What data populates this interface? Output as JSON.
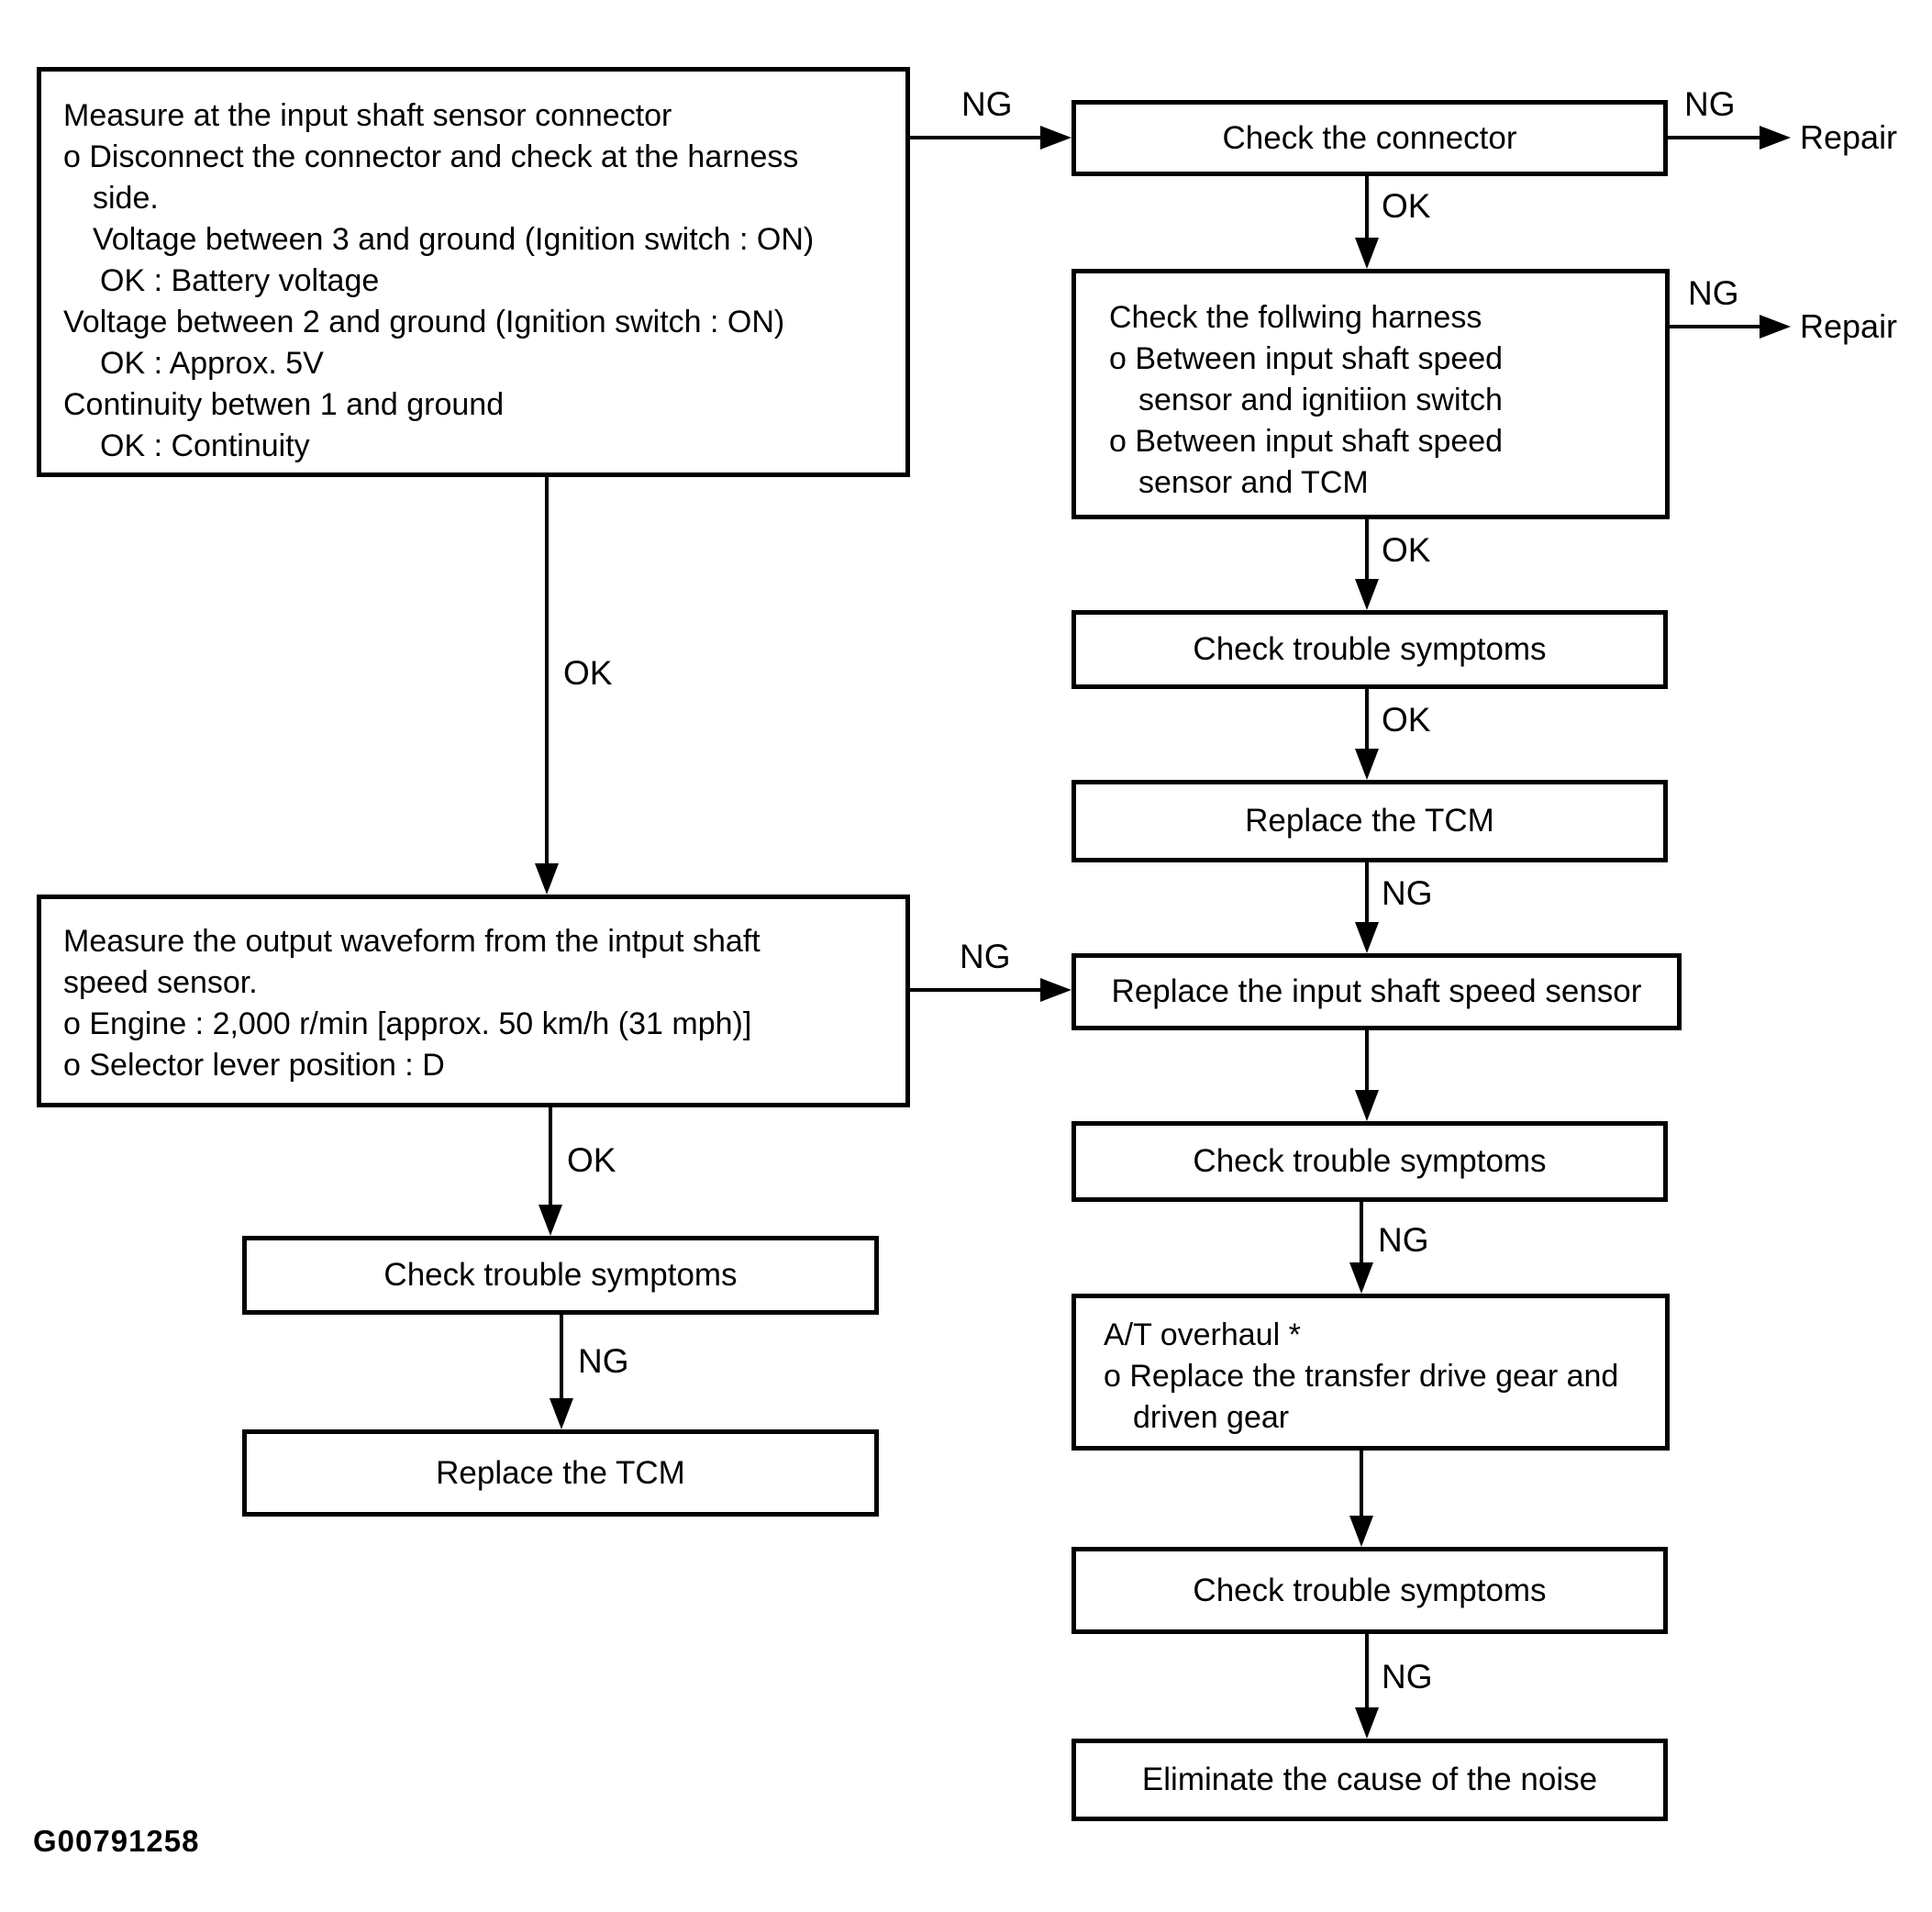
{
  "colors": {
    "ink": "#000000",
    "paper": "#ffffff"
  },
  "figure_code": "G00791258",
  "labels": {
    "ok": "OK",
    "ng": "NG"
  },
  "terminals": {
    "repair": "Repair"
  },
  "boxes": {
    "measure_connector": {
      "lines": [
        "Measure at the input shaft sensor connector",
        "o Disconnect the connector and check at the harness",
        "side.",
        "Voltage between 3 and ground (Ignition switch : ON)",
        "OK : Battery voltage",
        "Voltage between 2 and ground (Ignition switch : ON)",
        "OK : Approx. 5V",
        "Continuity betwen 1 and ground",
        "OK : Continuity"
      ]
    },
    "measure_waveform": {
      "lines": [
        "Measure the output waveform from the intput shaft",
        "speed sensor.",
        "o Engine : 2,000 r/min [approx. 50 km/h (31 mph)]",
        "o Selector lever position : D"
      ]
    },
    "check_symptoms_left": {
      "text": "Check trouble symptoms"
    },
    "replace_tcm_left": {
      "text": "Replace the TCM"
    },
    "check_connector": {
      "text": "Check the connector"
    },
    "check_harness": {
      "lines": [
        "Check the follwing harness",
        "o Between input shaft speed",
        "sensor and ignitiion switch",
        "o Between input shaft speed",
        "sensor and TCM"
      ]
    },
    "check_symptoms_1": {
      "text": "Check trouble symptoms"
    },
    "replace_tcm_right": {
      "text": "Replace the TCM"
    },
    "replace_sensor": {
      "text": "Replace the input shaft speed sensor"
    },
    "check_symptoms_2": {
      "text": "Check trouble symptoms"
    },
    "at_overhaul": {
      "lines": [
        "A/T overhaul *",
        "o Replace the transfer drive gear and",
        "driven gear"
      ]
    },
    "check_symptoms_3": {
      "text": "Check trouble symptoms"
    },
    "eliminate_noise": {
      "text": "Eliminate the cause of the noise"
    }
  },
  "edges": [
    {
      "from": "measure_connector",
      "to": "check_connector",
      "label": "NG",
      "dir": "right"
    },
    {
      "from": "check_connector",
      "to": "repair",
      "label": "NG",
      "dir": "right"
    },
    {
      "from": "check_connector",
      "to": "check_harness",
      "label": "OK",
      "dir": "down"
    },
    {
      "from": "check_harness",
      "to": "repair",
      "label": "NG",
      "dir": "right"
    },
    {
      "from": "check_harness",
      "to": "check_symptoms_1",
      "label": "OK",
      "dir": "down"
    },
    {
      "from": "check_symptoms_1",
      "to": "replace_tcm_right",
      "label": "OK",
      "dir": "down"
    },
    {
      "from": "replace_tcm_right",
      "to": "replace_sensor",
      "label": "NG",
      "dir": "down"
    },
    {
      "from": "measure_connector",
      "to": "measure_waveform",
      "label": "OK",
      "dir": "down"
    },
    {
      "from": "measure_waveform",
      "to": "replace_sensor",
      "label": "NG",
      "dir": "right"
    },
    {
      "from": "measure_waveform",
      "to": "check_symptoms_left",
      "label": "OK",
      "dir": "down"
    },
    {
      "from": "check_symptoms_left",
      "to": "replace_tcm_left",
      "label": "NG",
      "dir": "down"
    },
    {
      "from": "replace_sensor",
      "to": "check_symptoms_2",
      "label": "",
      "dir": "down"
    },
    {
      "from": "check_symptoms_2",
      "to": "at_overhaul",
      "label": "NG",
      "dir": "down"
    },
    {
      "from": "at_overhaul",
      "to": "check_symptoms_3",
      "label": "",
      "dir": "down"
    },
    {
      "from": "check_symptoms_3",
      "to": "eliminate_noise",
      "label": "NG",
      "dir": "down"
    }
  ]
}
